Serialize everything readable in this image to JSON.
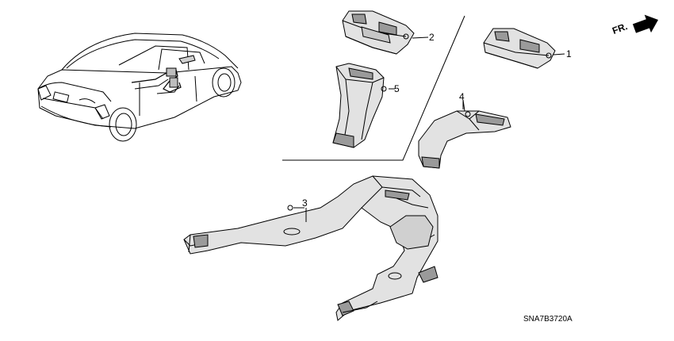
{
  "diagram": {
    "direction_marker": "FR.",
    "drawing_code": "SNA7B3720A",
    "callouts": [
      {
        "id": "1",
        "text": "1"
      },
      {
        "id": "2",
        "text": "2"
      },
      {
        "id": "3",
        "text": "3"
      },
      {
        "id": "4",
        "text": "4"
      },
      {
        "id": "5",
        "text": "5"
      }
    ],
    "colors": {
      "line": "#000000",
      "part_fill": "#e2e2e2",
      "shadow": "#9a9a9a",
      "background": "#ffffff"
    }
  }
}
